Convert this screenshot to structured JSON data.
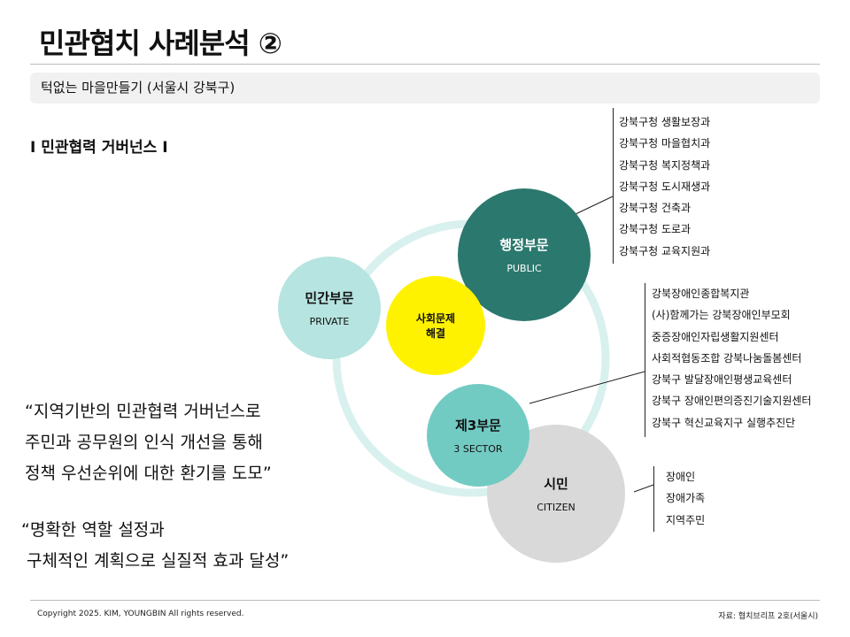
{
  "title": "민관협치 사례분석 ②",
  "subtitle": "턱없는 마을만들기 (서울시 강북구)",
  "section_label": "I 민관협력 거버넌스 I",
  "circles": {
    "public": {
      "name": "행정부문",
      "en": "PUBLIC"
    },
    "private": {
      "name": "민간부문",
      "en": "PRIVATE"
    },
    "social": {
      "line1": "사회문제",
      "line2": "해결"
    },
    "third": {
      "name": "제3부문",
      "en": "3 SECTOR"
    },
    "citizen": {
      "name": "시민",
      "en": "CITIZEN"
    }
  },
  "public_list": [
    "강북구청 생활보장과",
    "강북구청 마을협치과",
    "강북구청 복지정책과",
    "강북구청 도시재생과",
    "강북구청 건축과",
    "강북구청 도로과",
    "강북구청 교육지원과"
  ],
  "third_list": [
    "강북장애인종합복지관",
    "(사)함께가는 강북장애인부모회",
    "중증장애인자립생활지원센터",
    "사회적협동조합 강북나눔돌봄센터",
    "강북구 발달장애인평생교육센터",
    "강북구 장애인편의증진기술지원센터",
    "강북구 혁신교육지구 실행추진단"
  ],
  "citizen_list": [
    "장애인",
    "장애가족",
    "지역주민"
  ],
  "quote1": [
    "“지역기반의 민관협력 거버넌스로",
    "주민과 공무원의 인식 개선을 통해",
    "정책 우선순위에 대한 환기를 도모”"
  ],
  "quote2": [
    "“명확한 역할 설정과",
    "구체적인 계획으로 실질적 효과 달성”"
  ],
  "footer": {
    "copyright": "Copyright 2025. KIM, YOUNGBIN All rights reserved.",
    "source": "자료: 협치브리프 2호(서울시)"
  },
  "colors": {
    "public": "#2b786e",
    "private": "#b6e4e0",
    "social": "#fff200",
    "third": "#72cbc3",
    "citizen": "#d9d9d9",
    "ring": "#d8f1ee"
  }
}
